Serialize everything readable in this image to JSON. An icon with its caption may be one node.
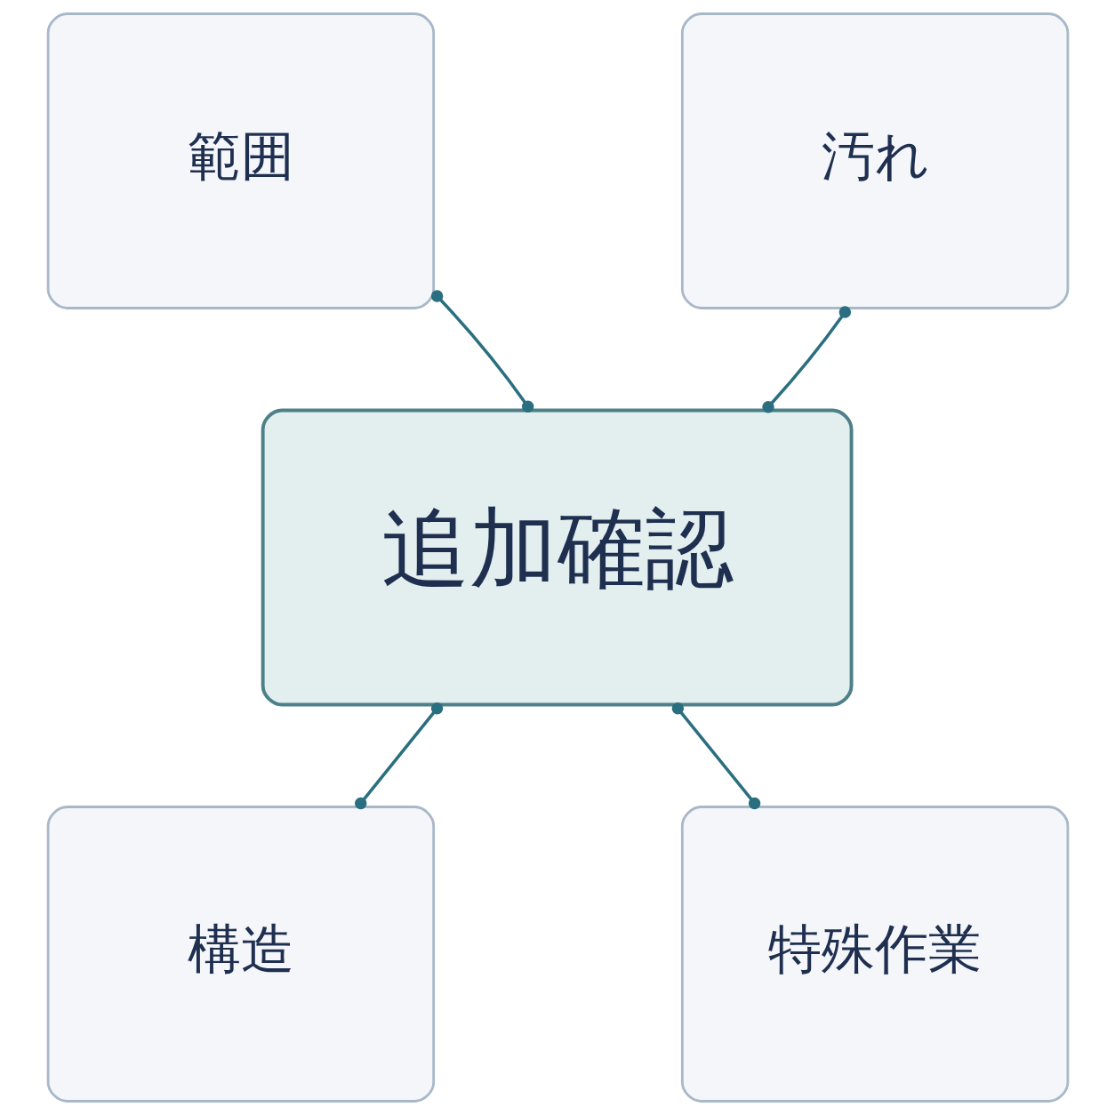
{
  "diagram": {
    "nodes": [
      {
        "text": [
          "範囲"
        ]
      },
      {
        "text": [
          "汚れ"
        ]
      },
      {
        "text": [
          "追加確認"
        ]
      },
      {
        "text": [
          "構造"
        ]
      },
      {
        "text": [
          "特殊作業"
        ]
      }
    ],
    "edges": [
      {
        "from": 2,
        "to": 0,
        "arrow": "other"
      },
      {
        "from": 2,
        "to": 1,
        "arrow": "other"
      },
      {
        "from": 2,
        "to": 3,
        "arrow": "other"
      },
      {
        "from": 2,
        "to": 4,
        "arrow": "other"
      }
    ]
  }
}
